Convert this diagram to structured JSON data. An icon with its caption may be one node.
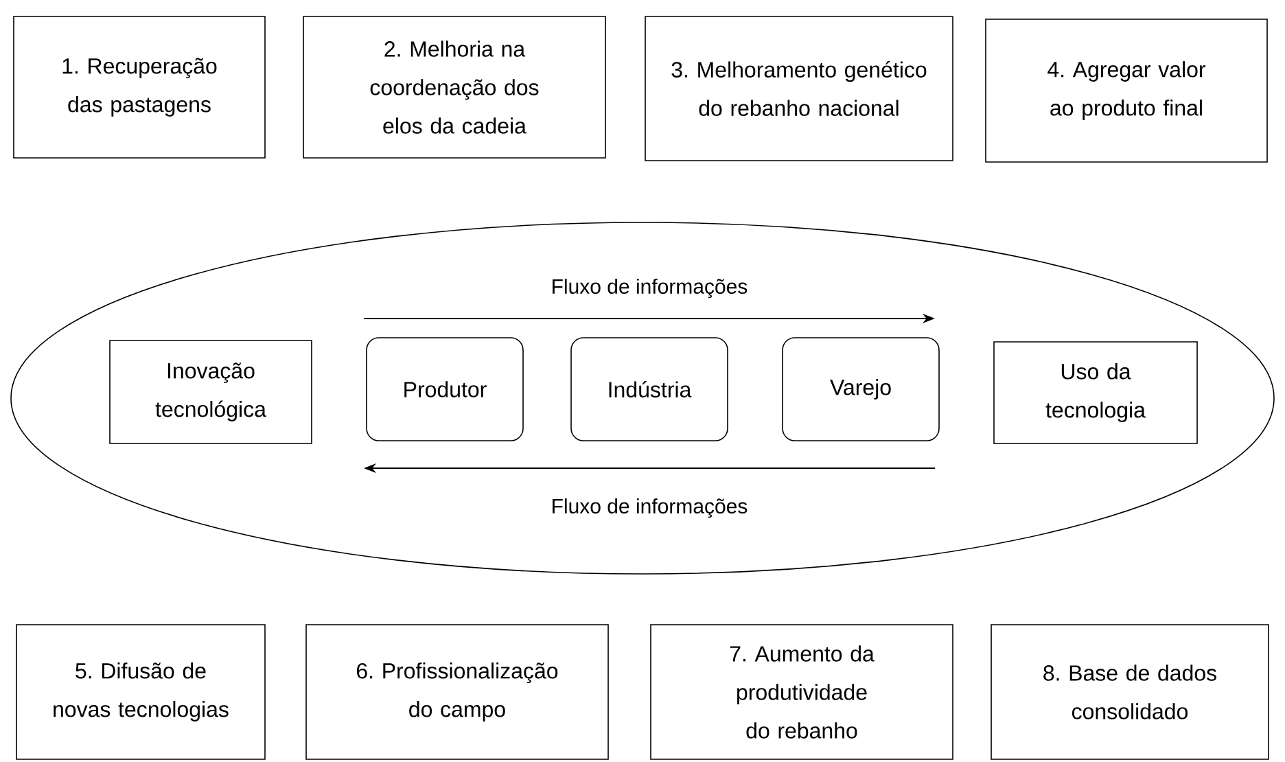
{
  "diagram": {
    "nodes": [
      {
        "text": [
          "1. Recuperação das pastagens"
        ]
      },
      {
        "text": [
          "2. Melhoria na coordenação dos elos da cadeia"
        ]
      },
      {
        "text": [
          "3. Melhoramento genético do rebanho nacional"
        ]
      },
      {
        "text": [
          "4. Agregar valor ao produto final"
        ]
      },
      {
        "text": [],
        "shape": "ellipse"
      },
      {
        "text": [
          "Inovação tecnológica"
        ],
        "in": 4
      },
      {
        "text": [
          "Produtor"
        ],
        "in": 4
      },
      {
        "text": [
          "Indústria"
        ],
        "in": 4
      },
      {
        "text": [
          "Varejo"
        ],
        "in": 4
      },
      {
        "text": [
          "Uso da tecnologia"
        ],
        "in": 4
      },
      {
        "text": [
          "5. Difusão de novas tecnologias"
        ]
      },
      {
        "text": [
          "6. Profissionalização do campo"
        ]
      },
      {
        "text": [
          "7. Aumento da produtividade do rebanho"
        ]
      },
      {
        "text": [
          "8. Base de dados consolidado"
        ]
      }
    ],
    "labels": [
      "Fluxo de informações",
      "Fluxo de informações"
    ]
  }
}
